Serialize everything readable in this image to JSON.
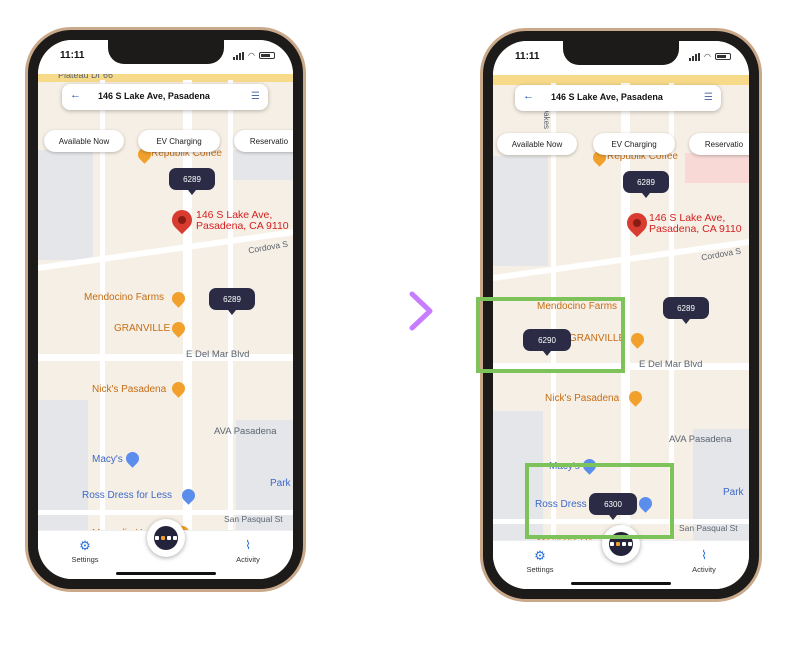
{
  "status": {
    "time": "11:11"
  },
  "search": {
    "address": "146 S Lake Ave, Pasadena",
    "back_icon": "arrow-left-icon",
    "filter_icon": "sliders-icon"
  },
  "chips": [
    "Available Now",
    "EV Charging",
    "Reservatio"
  ],
  "map_labels": {
    "top_street": "Plateau Dr 66",
    "coffee": "Republik Coffee",
    "destination": "146 S Lake Ave,",
    "destination_line2": "Pasadena, CA 9110",
    "cordova": "Cordova S",
    "mendocino": "Mendocino Farms",
    "granville": "GRANVILLE",
    "del_mar": "E Del Mar Blvd",
    "nicks": "Nick's Pasadena",
    "ava": "AVA Pasadena",
    "macys": "Macy's",
    "ross": "Ross Dress for Less",
    "ross_short": "Ross Dress",
    "park": "Park",
    "san_pasqual": "San Pasqual St",
    "magnolia": "Magnolia Ho",
    "oakes": "Oakes"
  },
  "left_phone": {
    "pins": [
      "6289",
      "6289"
    ]
  },
  "right_phone": {
    "pins": [
      "6289",
      "6289",
      "6290",
      "6300"
    ]
  },
  "nav": {
    "settings": "Settings",
    "activity": "Activity"
  },
  "colors": {
    "pin": "#2b2b45",
    "highlight": "#7dc35a",
    "accent": "#2870d8",
    "arrow_start": "#8fd3f4",
    "arrow_end": "#c77dff"
  }
}
